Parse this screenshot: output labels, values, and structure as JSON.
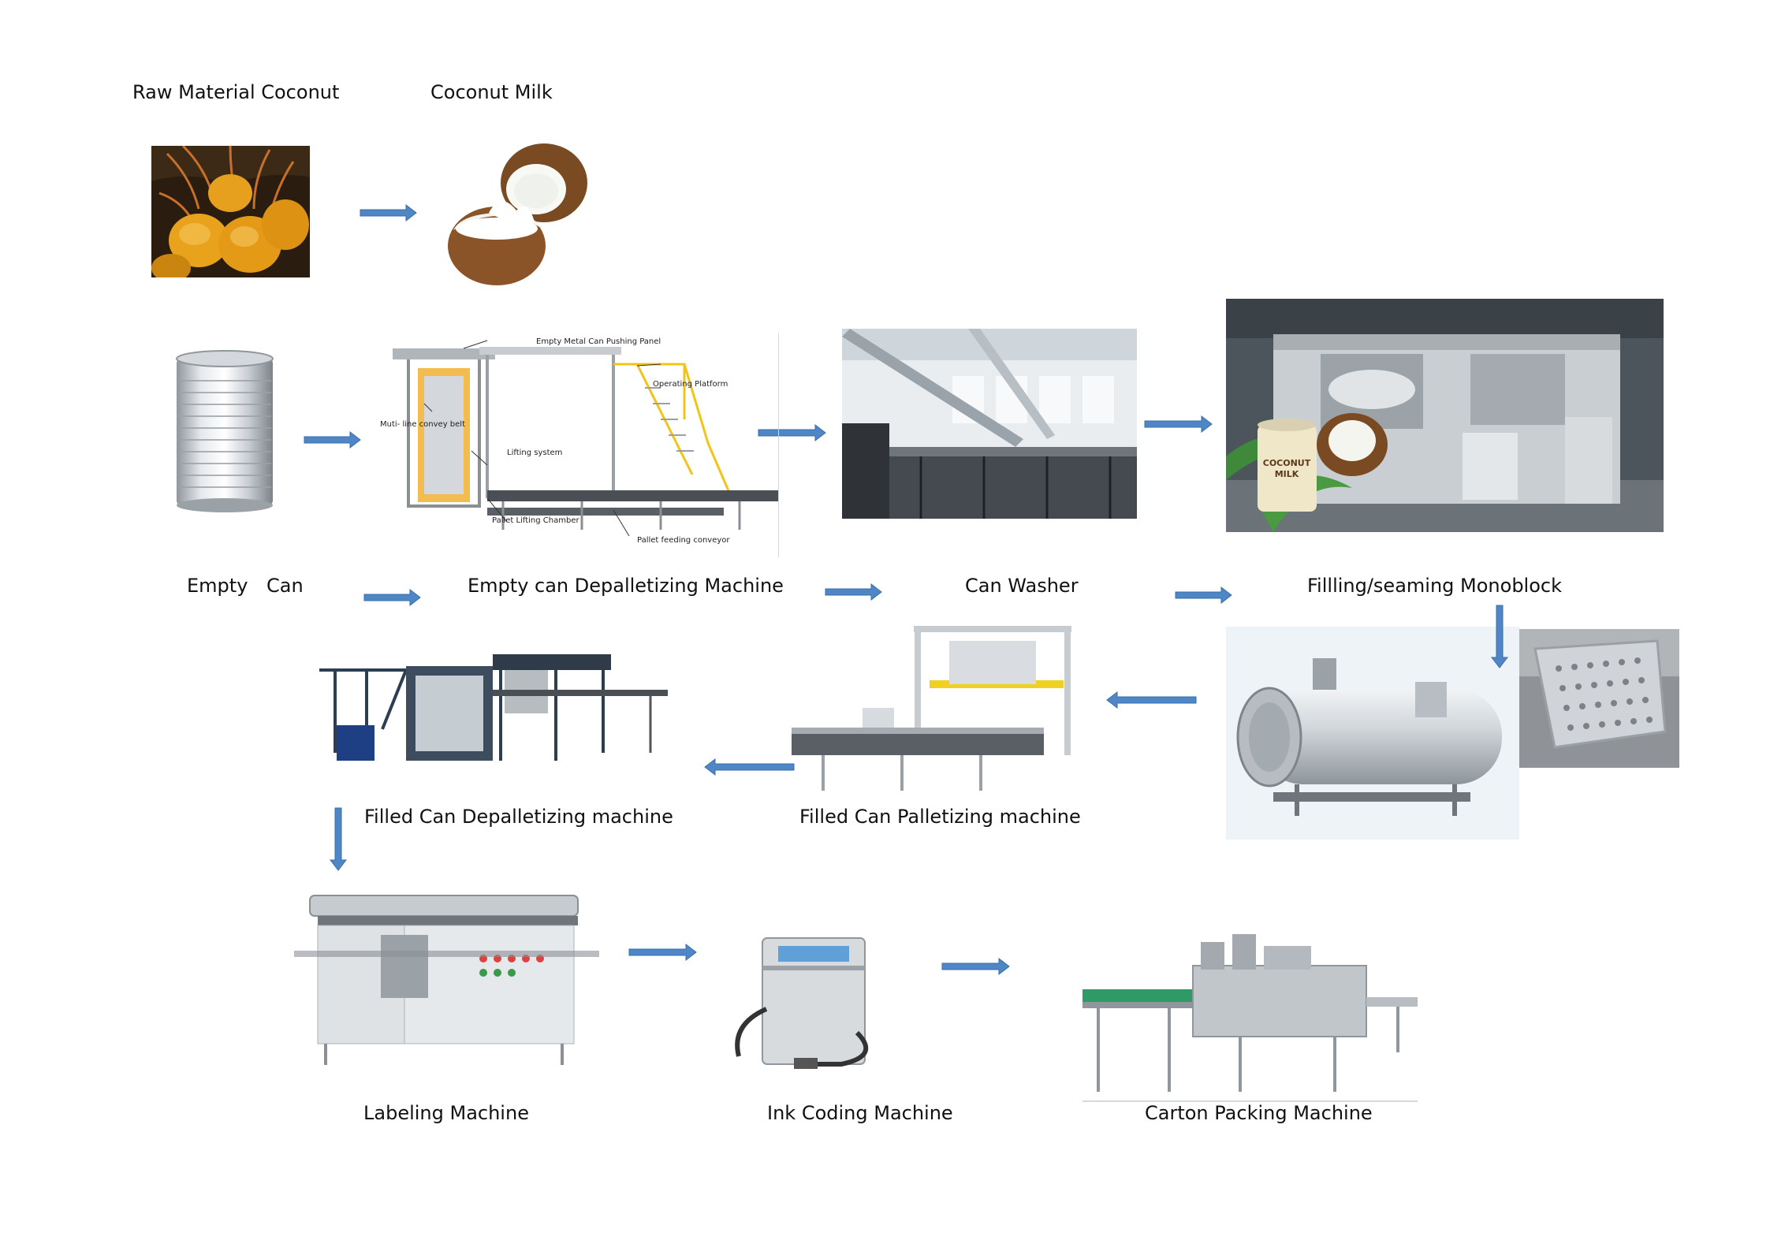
{
  "labels": {
    "raw_coconut": "Raw Material Coconut",
    "coconut_milk": "Coconut Milk",
    "empty_can_a": "Empty",
    "empty_can_b": "Can",
    "depalletizer": "Empty can Depalletizing Machine",
    "can_washer": "Can Washer",
    "monoblock": "Fillling/seaming Monoblock",
    "filled_depal": "Filled Can Depalletizing machine",
    "filled_pal": "Filled Can Palletizing machine",
    "labeling": "Labeling Machine",
    "ink_coding": "Ink Coding Machine",
    "carton": "Carton Packing Machine"
  },
  "callouts": {
    "pushing_panel": "Empty Metal Can Pushing Panel",
    "operating_platform": "Operating Platform",
    "conveyor_belt": "Muti- line convey belt",
    "lifting_system": "Lifting system",
    "lifting_chamber": "Pallet Lifting Chamber",
    "feeding_conveyor": "Pallet feeding conveyor"
  },
  "can_label": {
    "line1": "COCONUT",
    "line2": "MILK"
  },
  "colors": {
    "arrow_fill": "#4f86c6",
    "arrow_stroke": "#3a6ea8",
    "steel": "#c9ced3",
    "coconut_shell": "#7a4a22",
    "coconut_orange": "#e8a21c"
  }
}
